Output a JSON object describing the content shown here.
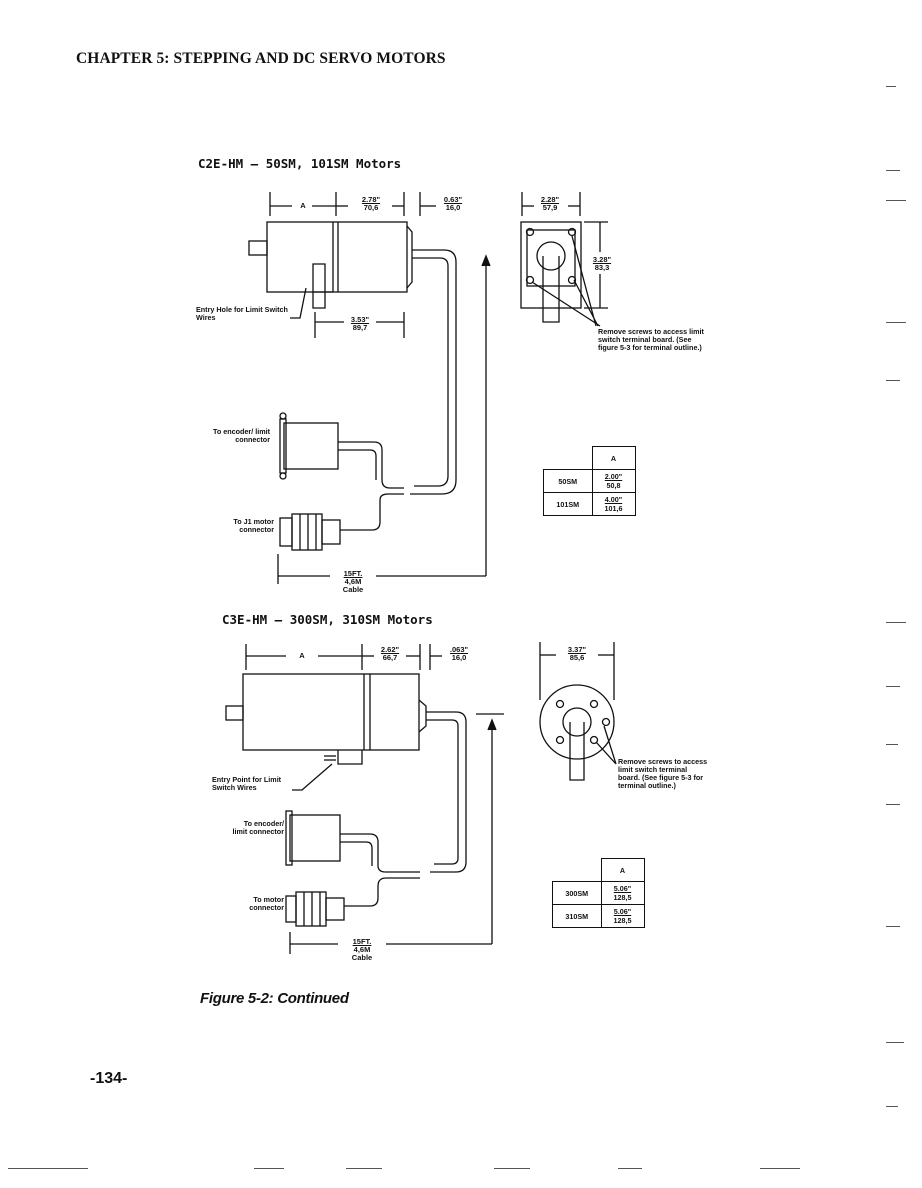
{
  "header": {
    "chapter": "CHAPTER 5: STEPPING AND DC SERVO MOTORS"
  },
  "section1": {
    "title": "C2E-HM  –  50SM, 101SM Motors",
    "dim_a": "A",
    "dim_len": {
      "in": "2.78\"",
      "mm": "70,6"
    },
    "dim_shaft": {
      "in": "0.63\"",
      "mm": "16,0"
    },
    "dim_width": {
      "in": "2.28\"",
      "mm": "57,9"
    },
    "dim_height": {
      "in": "3.28\"",
      "mm": "83,3"
    },
    "dim_depth": {
      "in": "3.53\"",
      "mm": "89,7"
    },
    "entry_label": "Entry Hole for Limit Switch Wires",
    "remove_label": "Remove screws to access limit switch terminal board. (See figure 5-3 for terminal outline.)",
    "encoder_label": "To encoder/ limit connector",
    "motor_label": "To J1 motor connector",
    "cable": {
      "len": "15FT.",
      "mm": "4,6M",
      "word": "Cable"
    },
    "table": {
      "header": "A",
      "rows": [
        {
          "model": "50SM",
          "in": "2.00\"",
          "mm": "50,8"
        },
        {
          "model": "101SM",
          "in": "4.00\"",
          "mm": "101,6"
        }
      ]
    }
  },
  "section2": {
    "title": "C3E-HM  –  300SM, 310SM Motors",
    "dim_a": "A",
    "dim_len": {
      "in": "2.62\"",
      "mm": "66,7"
    },
    "dim_shaft": {
      "in": ".063\"",
      "mm": "16,0"
    },
    "dim_width": {
      "in": "3.37\"",
      "mm": "85,6"
    },
    "entry_label": "Entry Point for Limit Switch Wires",
    "remove_label": "Remove screws to access limit switch terminal board. (See figure 5-3 for terminal outline.)",
    "encoder_label": "To encoder/ limit connector",
    "motor_label": "To motor connector",
    "cable": {
      "len": "15FT.",
      "mm": "4,6M",
      "word": "Cable"
    },
    "table": {
      "header": "A",
      "rows": [
        {
          "model": "300SM",
          "in": "5.06\"",
          "mm": "128,5"
        },
        {
          "model": "310SM",
          "in": "5.06\"",
          "mm": "128,5"
        }
      ]
    }
  },
  "caption": "Figure 5-2:  Continued",
  "page_number": "-134-"
}
